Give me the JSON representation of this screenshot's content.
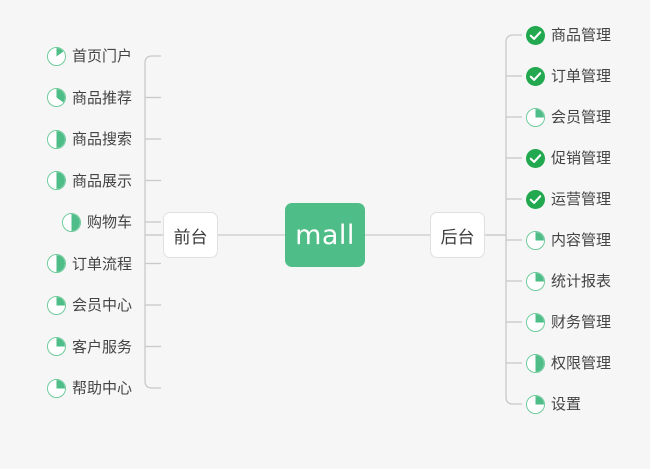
{
  "diagram": {
    "type": "mindmap",
    "background_color": "#f6f6f6",
    "root": {
      "label": "mall",
      "color": "#4ebd87",
      "text_color": "#ffffff"
    },
    "branches": [
      {
        "id": "frontend",
        "label": "前台",
        "side": "left"
      },
      {
        "id": "backend",
        "label": "后台",
        "side": "right"
      }
    ],
    "colors": {
      "accent_green": "#4ebd87",
      "done_green": "#22a84e",
      "ring_green": "#6ecb9b",
      "connector_gray": "#c9c9c9",
      "text_gray": "#444444",
      "node_border": "#e0e0e0"
    },
    "legend": {
      "done_icon": "check-circle-icon",
      "partial_icon": "pie-progress-icon"
    }
  },
  "left_items": [
    {
      "label": "首页门户",
      "status": "partial",
      "progress": 15
    },
    {
      "label": "商品推荐",
      "status": "partial",
      "progress": 35
    },
    {
      "label": "商品搜索",
      "status": "partial",
      "progress": 50
    },
    {
      "label": "商品展示",
      "status": "partial",
      "progress": 50
    },
    {
      "label": "购物车",
      "status": "partial",
      "progress": 50
    },
    {
      "label": "订单流程",
      "status": "partial",
      "progress": 50
    },
    {
      "label": "会员中心",
      "status": "partial",
      "progress": 25
    },
    {
      "label": "客户服务",
      "status": "partial",
      "progress": 25
    },
    {
      "label": "帮助中心",
      "status": "partial",
      "progress": 25
    }
  ],
  "right_items": [
    {
      "label": "商品管理",
      "status": "done",
      "progress": 100
    },
    {
      "label": "订单管理",
      "status": "done",
      "progress": 100
    },
    {
      "label": "会员管理",
      "status": "partial",
      "progress": 25
    },
    {
      "label": "促销管理",
      "status": "done",
      "progress": 100
    },
    {
      "label": "运营管理",
      "status": "done",
      "progress": 100
    },
    {
      "label": "内容管理",
      "status": "partial",
      "progress": 25
    },
    {
      "label": "统计报表",
      "status": "partial",
      "progress": 25
    },
    {
      "label": "财务管理",
      "status": "partial",
      "progress": 25
    },
    {
      "label": "权限管理",
      "status": "partial",
      "progress": 50
    },
    {
      "label": "设置",
      "status": "partial",
      "progress": 25
    }
  ]
}
